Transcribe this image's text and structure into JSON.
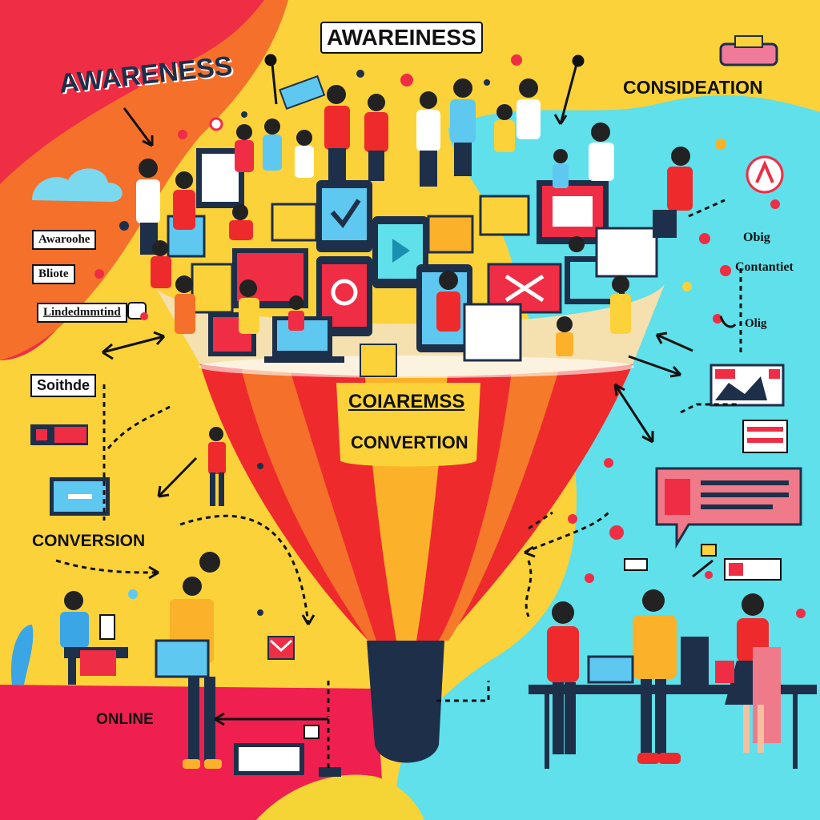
{
  "labels": {
    "top_banner": "AWAREINESS",
    "left_title": "AWARENESS",
    "right_title": "CONSIDEATION",
    "funnel_top": "COIAREMSS",
    "funnel_mid": "CONVERTION",
    "left_box_1": "Awaroohe",
    "left_box_2": "Bliote",
    "left_box_3": "Lindedmmtind",
    "left_box_4": "Soithde",
    "left_conversion": "CONVERSION",
    "bottom_online": "ONLINE",
    "right_small_1": "Obig",
    "right_small_2": "Contantiet",
    "right_small_3": "Olig"
  },
  "colors": {
    "red_bg": "#ef2d45",
    "orange_bg": "#f5702a",
    "yellow_bg": "#fbd23a",
    "cyan_bg": "#5fe0ea",
    "funnel_red": "#ee2a2c",
    "funnel_yellow": "#fbb22a",
    "spout": "#1e2f4a"
  }
}
